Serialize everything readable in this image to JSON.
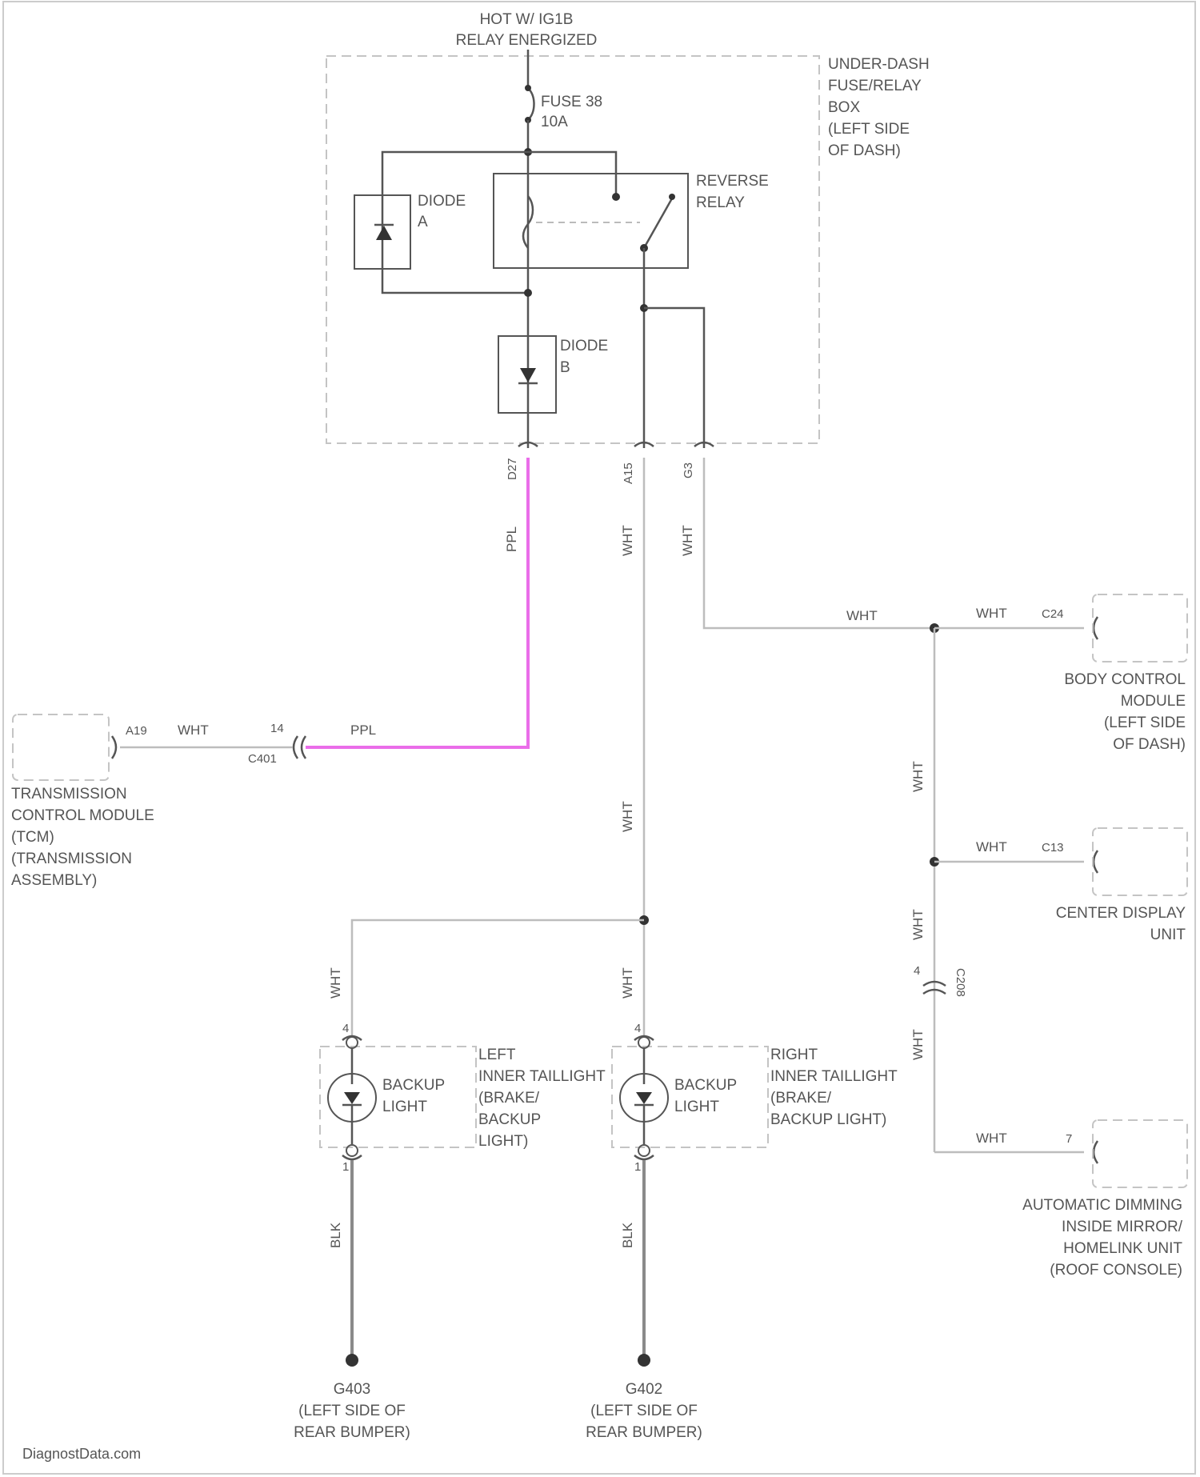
{
  "colors": {
    "highlight_wire": "#ea6de9",
    "wire": "#bdbdbd",
    "ground_wire": "#8a8a8a"
  },
  "header": {
    "hot_line1": "HOT W/ IG1B",
    "hot_line2": "RELAY ENERGIZED"
  },
  "fuse_box": {
    "label": [
      "UNDER-DASH",
      "FUSE/RELAY",
      "BOX",
      "(LEFT SIDE",
      "OF DASH)"
    ],
    "fuse_label": "FUSE 38",
    "fuse_amps": "10A",
    "diode_a": [
      "DIODE",
      "A"
    ],
    "relay": [
      "REVERSE",
      "RELAY"
    ],
    "diode_b": [
      "DIODE",
      "B"
    ],
    "pins": [
      "D27",
      "A15",
      "G3"
    ]
  },
  "wire_labels": {
    "ppl_vert": "PPL",
    "wht_a15": "WHT",
    "wht_g3": "WHT",
    "wht_horiz": "WHT",
    "ppl_horiz": "PPL",
    "wht_tcm": "WHT",
    "wht_main": "WHT",
    "wht_left_drop": "WHT",
    "wht_right_drop": "WHT",
    "blk_left": "BLK",
    "blk_right": "BLK",
    "wht_bus1": "WHT",
    "wht_bus2": "WHT",
    "wht_bus3": "WHT",
    "wht_bcm": "WHT",
    "wht_cdu": "WHT",
    "wht_mirror": "WHT"
  },
  "tcm": {
    "pin": "A19",
    "connector_pin": "14",
    "connector": "C401",
    "label": [
      "TRANSMISSION",
      "CONTROL MODULE",
      "(TCM)",
      "(TRANSMISSION",
      "ASSEMBLY)"
    ]
  },
  "bcm": {
    "pin": "C24",
    "label": [
      "BODY CONTROL",
      "MODULE",
      "(LEFT SIDE",
      "OF DASH)"
    ]
  },
  "cdu": {
    "pin": "C13",
    "label": [
      "CENTER DISPLAY",
      "UNIT"
    ]
  },
  "mirror": {
    "pin": "7",
    "label": [
      "AUTOMATIC DIMMING",
      "INSIDE MIRROR/",
      "HOMELINK UNIT",
      "(ROOF CONSOLE)"
    ]
  },
  "connector_c208": {
    "pin": "4",
    "name": "C208"
  },
  "left_light": {
    "name": [
      "BACKUP",
      "LIGHT"
    ],
    "label": [
      "LEFT",
      "INNER TAILLIGHT",
      "(BRAKE/",
      "BACKUP",
      "LIGHT)"
    ],
    "pin_top": "4",
    "pin_bottom": "1"
  },
  "right_light": {
    "name": [
      "BACKUP",
      "LIGHT"
    ],
    "label": [
      "RIGHT",
      "INNER TAILLIGHT",
      "(BRAKE/",
      "BACKUP LIGHT)"
    ],
    "pin_top": "4",
    "pin_bottom": "1"
  },
  "ground_left": {
    "name": "G403",
    "location": [
      "(LEFT SIDE OF",
      "REAR BUMPER)"
    ]
  },
  "ground_right": {
    "name": "G402",
    "location": [
      "(LEFT SIDE OF",
      "REAR BUMPER)"
    ]
  },
  "watermark": "DiagnostData.com"
}
